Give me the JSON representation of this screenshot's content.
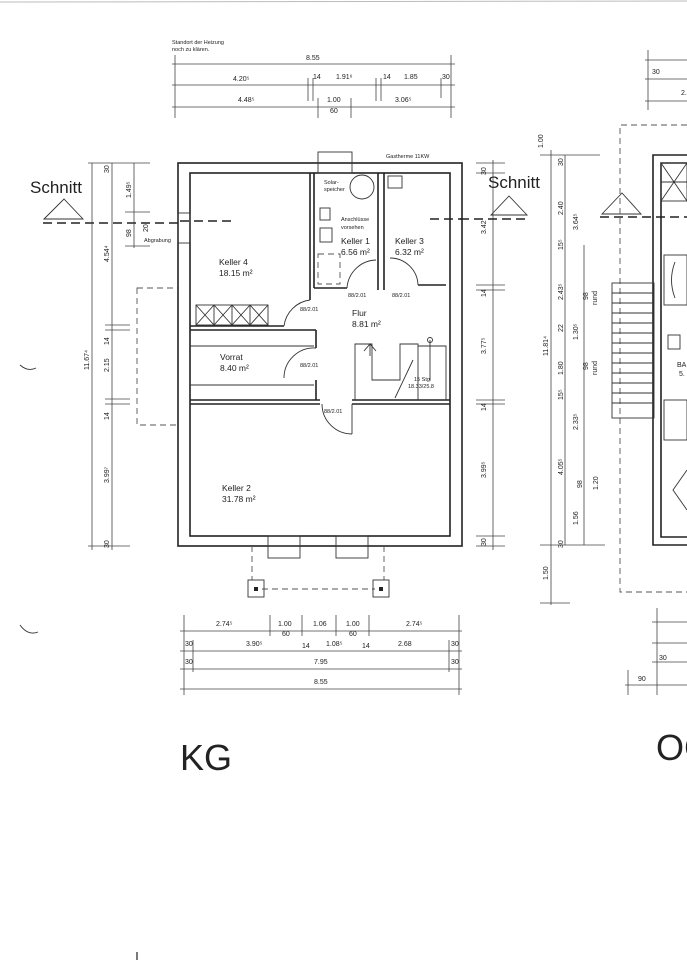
{
  "kg": {
    "title": "KG",
    "note_line1": "Standort der Heizung",
    "note_line2": "noch zu klären.",
    "gastherme": "Gastherme 11KW",
    "schnitt": "Schnitt",
    "abgrabung": "Abgrabung",
    "rooms": [
      {
        "name": "Keller 4",
        "area": "18.15 m²"
      },
      {
        "name": "Keller 1",
        "area": "6.56 m²"
      },
      {
        "name": "Keller 3",
        "area": "6.32 m²"
      },
      {
        "name": "Flur",
        "area": "8.81 m²"
      },
      {
        "name": "Vorrat",
        "area": "8.40 m²"
      },
      {
        "name": "Keller 2",
        "area": "31.78 m²"
      }
    ],
    "solar_line1": "Solar-",
    "solar_line2": "speicher",
    "anschluesse_line1": "Anschlüsse",
    "anschluesse_line2": "vorsehen",
    "doors": [
      "88/2.01",
      "88/2.01",
      "88/2.01",
      "88/2.01",
      "88/2.01"
    ],
    "stair_line1": "15 Stg.",
    "stair_line2": "18.33/25.8",
    "top_dims": {
      "row1": [
        "8.55"
      ],
      "row2": [
        "4.20⁵",
        "14",
        "1.91⁶",
        "14",
        "1.85",
        "30"
      ],
      "row3": [
        "4.48⁵",
        "1.00",
        "60",
        "3.06⁵"
      ]
    },
    "left_dims": {
      "outer": "11.67⁴",
      "inner": [
        "30",
        "4.54⁴",
        "14",
        "2.15",
        "14",
        "3.99⁷",
        "30"
      ],
      "window": [
        "1.49⁵",
        "98",
        "20"
      ]
    },
    "right_dims": [
      "30",
      "3.42",
      "14",
      "3.77⁵",
      "14",
      "3.99⁵",
      "30"
    ],
    "bottom_dims": {
      "row1": [
        "2.74⁵",
        "1.00",
        "60",
        "1.06",
        "1.00",
        "60",
        "2.74⁵"
      ],
      "row2": [
        "30",
        "3.90⁵",
        "14",
        "1.08⁵",
        "14",
        "2.68",
        "30"
      ],
      "row3": [
        "30",
        "7.95",
        "30"
      ],
      "row4": [
        "8.55"
      ]
    }
  },
  "og": {
    "title": "OG",
    "schnitt": "Schnitt",
    "outer": "11.81⁴",
    "dims_a": [
      "30",
      "2.40",
      "15⁵",
      "2.43⁵",
      "22",
      "1.80",
      "15⁵",
      "4.05⁵",
      "30",
      "1.50"
    ],
    "dims_b": [
      "3.64⁵",
      "1.30⁵",
      "2.33⁵",
      "98",
      "1.56"
    ],
    "dims_c": [
      "98",
      "rund",
      "98",
      "rund",
      "1.20"
    ],
    "top": [
      "1.00",
      "30",
      "2."
    ],
    "bottom": [
      "30",
      "90"
    ],
    "room_partial": "BA",
    "room_area_partial": "5."
  }
}
